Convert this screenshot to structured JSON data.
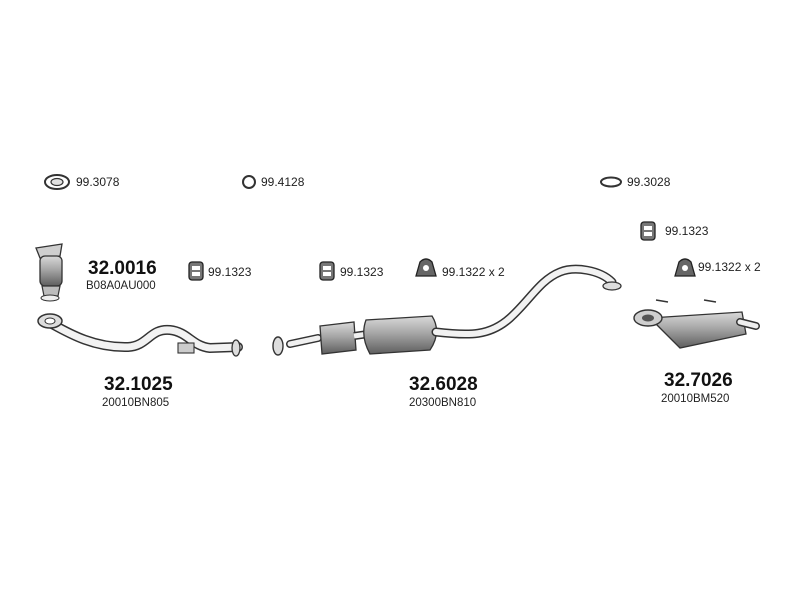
{
  "accessories": [
    {
      "code": "99.3078"
    },
    {
      "code": "99.4128"
    },
    {
      "code": "99.3028"
    },
    {
      "code": "99.1323"
    },
    {
      "code": "99.1323"
    },
    {
      "code": "99.1323"
    },
    {
      "code": "99.1322 x 2"
    },
    {
      "code": "99.1322 x 2"
    }
  ],
  "parts": [
    {
      "code": "32.0016",
      "oem": "B08A0AU000"
    },
    {
      "code": "32.1025",
      "oem": "20010BN805"
    },
    {
      "code": "32.6028",
      "oem": "20300BN810"
    },
    {
      "code": "32.7026",
      "oem": "20010BM520"
    }
  ],
  "colors": {
    "line": "#333333",
    "fill": "#9a9a9a",
    "light": "#d6d6d6"
  }
}
